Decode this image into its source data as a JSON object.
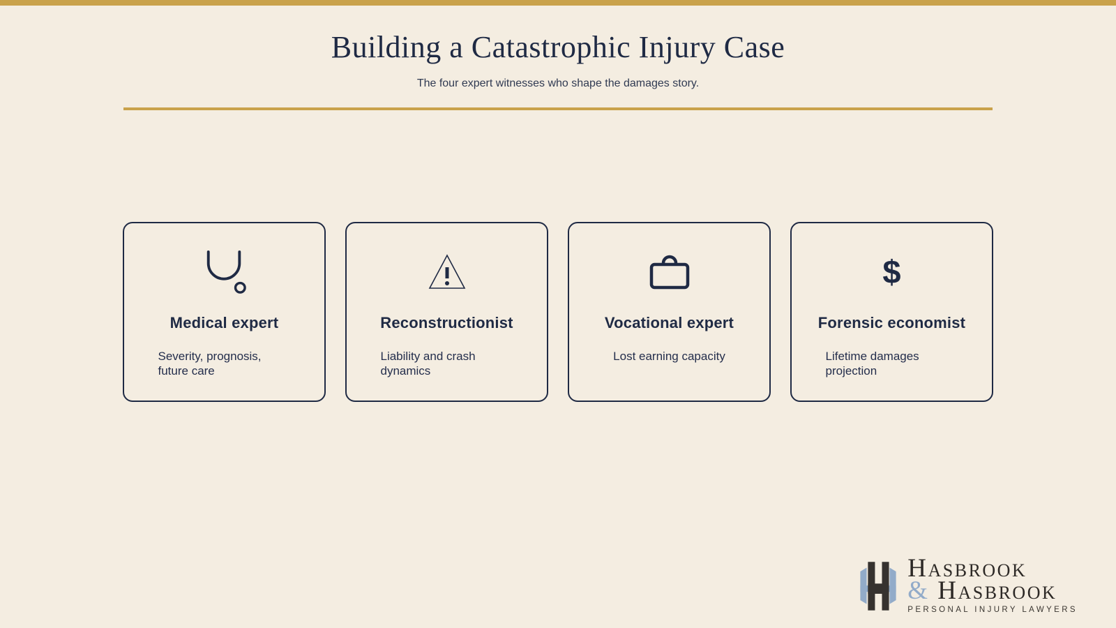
{
  "header": {
    "title": "Building a Catastrophic Injury Case",
    "subtitle": "The four expert witnesses who shape the damages story."
  },
  "theme": {
    "background": "#F4EDE1",
    "accent_gold": "#C9A24B",
    "navy": "#1F2A44",
    "logo_blue": "#92ABC9",
    "logo_dark": "#36322F"
  },
  "cards": [
    {
      "icon": "stethoscope-icon",
      "title": "Medical expert",
      "description": "Severity, prognosis, future care"
    },
    {
      "icon": "warning-triangle-icon",
      "title": "Reconstructionist",
      "description": "Liability and crash dynamics"
    },
    {
      "icon": "briefcase-icon",
      "title": "Vocational expert",
      "description": "Lost earning capacity"
    },
    {
      "icon": "dollar-sign-icon",
      "title": "Forensic economist",
      "description": "Lifetime damages projection",
      "glyph": "$"
    }
  ],
  "logo": {
    "name1": "Hasbrook",
    "ampersand": "&",
    "name2": "Hasbrook",
    "tagline": "Personal Injury Lawyers"
  }
}
